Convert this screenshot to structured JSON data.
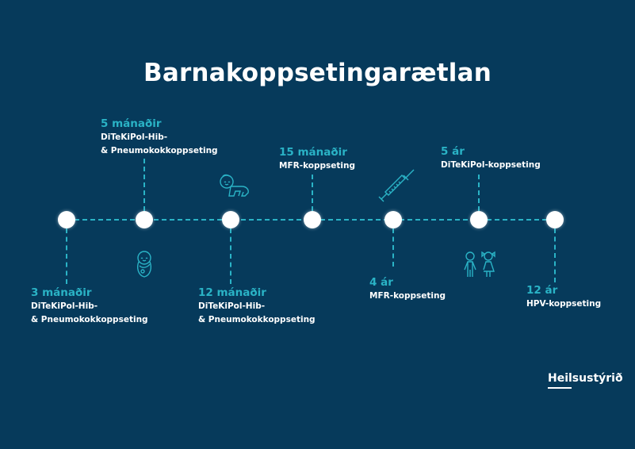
{
  "title": "Barnakoppsetingarætlan",
  "colors": {
    "background": "#063a5b",
    "accent": "#2ab3c6",
    "node": "#ffffff"
  },
  "milestones": [
    {
      "age": "3 mánaðir",
      "vaccine_line1": "DiTeKiPol-Hib-",
      "vaccine_line2": "& Pneumokokkoppseting",
      "position": "below"
    },
    {
      "age": "5 mánaðir",
      "vaccine_line1": "DiTeKiPol-Hib-",
      "vaccine_line2": "& Pneumokokkoppseting",
      "position": "above"
    },
    {
      "age": "12 mánaðir",
      "vaccine_line1": "DiTeKiPol-Hib-",
      "vaccine_line2": "& Pneumokokkoppseting",
      "position": "below"
    },
    {
      "age": "15 mánaðir",
      "vaccine_line1": "MFR-koppseting",
      "vaccine_line2": "",
      "position": "above"
    },
    {
      "age": "4 ár",
      "vaccine_line1": "MFR-koppseting",
      "vaccine_line2": "",
      "position": "below"
    },
    {
      "age": "5 ár",
      "vaccine_line1": "DiTeKiPol-koppseting",
      "vaccine_line2": "",
      "position": "above"
    },
    {
      "age": "12 ár",
      "vaccine_line1": "HPV-koppseting",
      "vaccine_line2": "",
      "position": "below"
    }
  ],
  "icons": [
    "swaddled-baby-icon",
    "crawling-baby-icon",
    "syringe-icon",
    "children-icon"
  ],
  "logo": "Heilsustýrið"
}
